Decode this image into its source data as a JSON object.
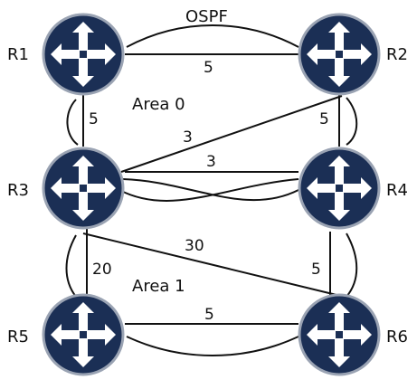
{
  "title": "OSPF",
  "areas": {
    "area0": "Area 0",
    "area1": "Area 1"
  },
  "routers": {
    "r1": "R1",
    "r2": "R2",
    "r3": "R3",
    "r4": "R4",
    "r5": "R5",
    "r6": "R6"
  },
  "links": {
    "r1_r2": "5",
    "r1_r3": "5",
    "r2_r4": "5",
    "r2_r3": "3",
    "r3_r4": "3",
    "r3_r6": "30",
    "r3_r5": "20",
    "r4_r6": "5",
    "r5_r6": "5"
  },
  "colors": {
    "router_fill": "#1b2f55",
    "router_ring": "#9aa3b3",
    "line": "#111111"
  },
  "icon": "router-crossing-arrows-icon"
}
